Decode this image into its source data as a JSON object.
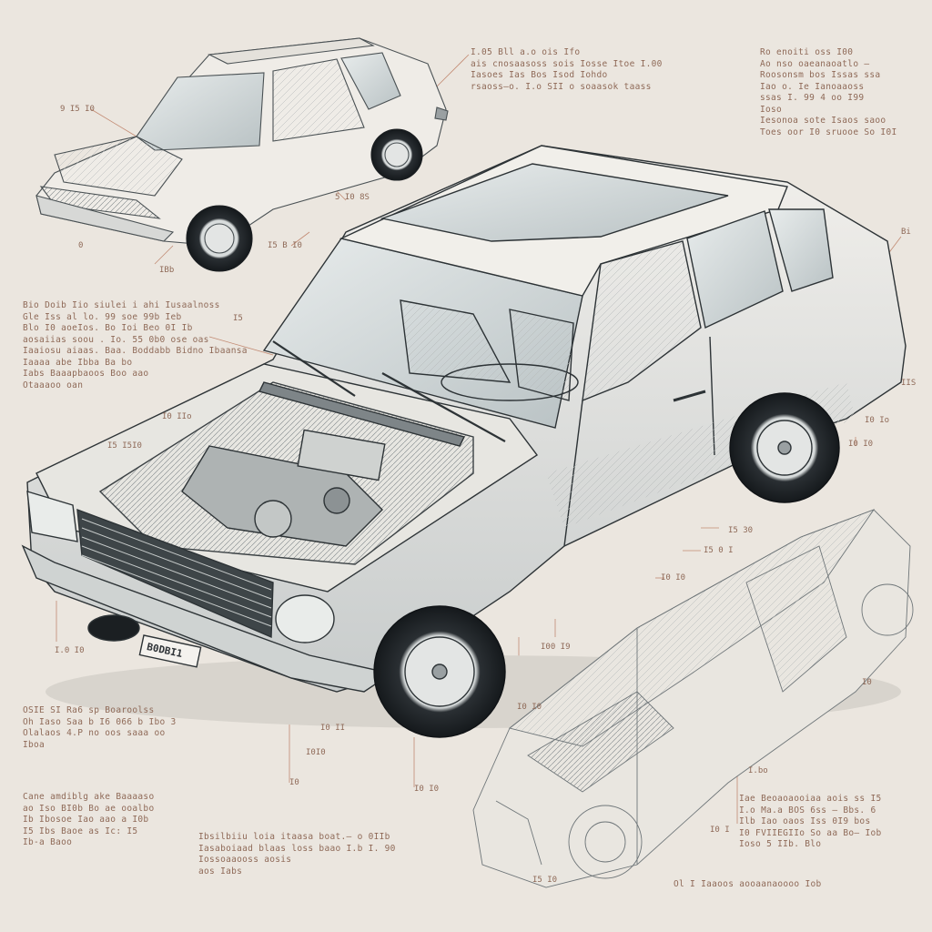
{
  "notes": [
    {
      "id": "top-center",
      "lines": [
        "I.05 Bll a.o ois Ifo",
        "ais cnosaasoss sois Iosse Itoe I.00",
        "Iasoes Ias Bos Isod Iohdo",
        "rsaoss—o. I.o SII o soaasok taass"
      ]
    },
    {
      "id": "top-right",
      "lines": [
        "Ro enoiti oss I00",
        "Ao nso oaeanaoatlo —",
        "Roosonsm bos Issas ssa",
        "Iao o. Ie Ianoaaoss",
        "ssas I. 99 4 oo I99",
        "Ioso",
        "Iesonoa sote Isaos saoo",
        "Toes oor I0 sruooe So I0I"
      ]
    },
    {
      "id": "left-middle",
      "lines": [
        "Bio Doib Iio siulei i ahi Iusaalnoss",
        "Gle Iss al lo. 99 soe 99b Ieb",
        "Blo I0 aoeIos. Bo Ioi Beo 0I Ib",
        "aosaiias soou . Io. 55 0b0 ose oas",
        "Iaaiosu aiaas. Baa. Boddabb Bidno Ibaansa",
        "Iaaaa abe Ibba Ba bo",
        "Iabs Baaapbaoos Boo aao",
        "Otaaaoo oan"
      ]
    },
    {
      "id": "left-lower",
      "lines": [
        "OSIE SI Ra6 sp Boaroolss",
        "Oh Iaso Saa b I6 066 b Ibo 3",
        "Olalaos 4.P no oos saaa oo",
        "Iboa"
      ]
    },
    {
      "id": "left-bottom",
      "lines": [
        "Cane amdiblg ake Baaaaso",
        "ao Iso BI0b Bo ae ooalbo",
        "Ib Ibosoe Iao aao a I0b",
        "I5 Ibs Baoe as Ic:  I5",
        "Ib-a Baoo"
      ]
    },
    {
      "id": "bottom-center",
      "lines": [
        "Ibsilbiiu loia itaasa boat.— o 0IIb",
        "Iasaboiaad blaas loss baao I.b I. 90",
        "Iossoaaooss aosis",
        "aos Iabs"
      ]
    },
    {
      "id": "right-lower",
      "lines": [
        "Iae Beoaoaooiaa aois ss I5",
        "I.o Ma.a BOS 6ss — Bbs. 6",
        "Ilb Iao oaos Iss 0I9 bos",
        "I0 FVIIEGIIo So aa Bo— Iob",
        "Ioso 5 IIb. Blo"
      ]
    },
    {
      "id": "bottom-right",
      "lines": [
        "Ol I Iaaoos aooaanaoooo Iob"
      ]
    }
  ],
  "callouts": [
    {
      "id": "c1",
      "text": "9 I5 I0"
    },
    {
      "id": "c2",
      "text": "5 I0 8S"
    },
    {
      "id": "c3",
      "text": "I5 B I0"
    },
    {
      "id": "c4",
      "text": "0"
    },
    {
      "id": "c5",
      "text": "IBb"
    },
    {
      "id": "c6",
      "text": "I5"
    },
    {
      "id": "c7",
      "text": "Bi"
    },
    {
      "id": "c8",
      "text": "IIS"
    },
    {
      "id": "c9",
      "text": "I0 IIo"
    },
    {
      "id": "c10",
      "text": "I5 I5I0"
    },
    {
      "id": "c11",
      "text": "I0 Io"
    },
    {
      "id": "c12",
      "text": "I0 I0"
    },
    {
      "id": "c13",
      "text": "I5 30"
    },
    {
      "id": "c14",
      "text": "I5 0 I"
    },
    {
      "id": "c15",
      "text": "I0 I0"
    },
    {
      "id": "c16",
      "text": "I00 I9"
    },
    {
      "id": "c17",
      "text": "I.0 I0"
    },
    {
      "id": "c18",
      "text": "I0"
    },
    {
      "id": "c19",
      "text": "I0 I0"
    },
    {
      "id": "c20",
      "text": "I0 II"
    },
    {
      "id": "c21",
      "text": "I0I0"
    },
    {
      "id": "c22",
      "text": "I0"
    },
    {
      "id": "c23",
      "text": "I0 I0"
    },
    {
      "id": "c24",
      "text": "I.bo"
    },
    {
      "id": "c25",
      "text": "I0 I"
    },
    {
      "id": "c26",
      "text": "I5 I0"
    }
  ],
  "license_plate": "B0DBI1"
}
